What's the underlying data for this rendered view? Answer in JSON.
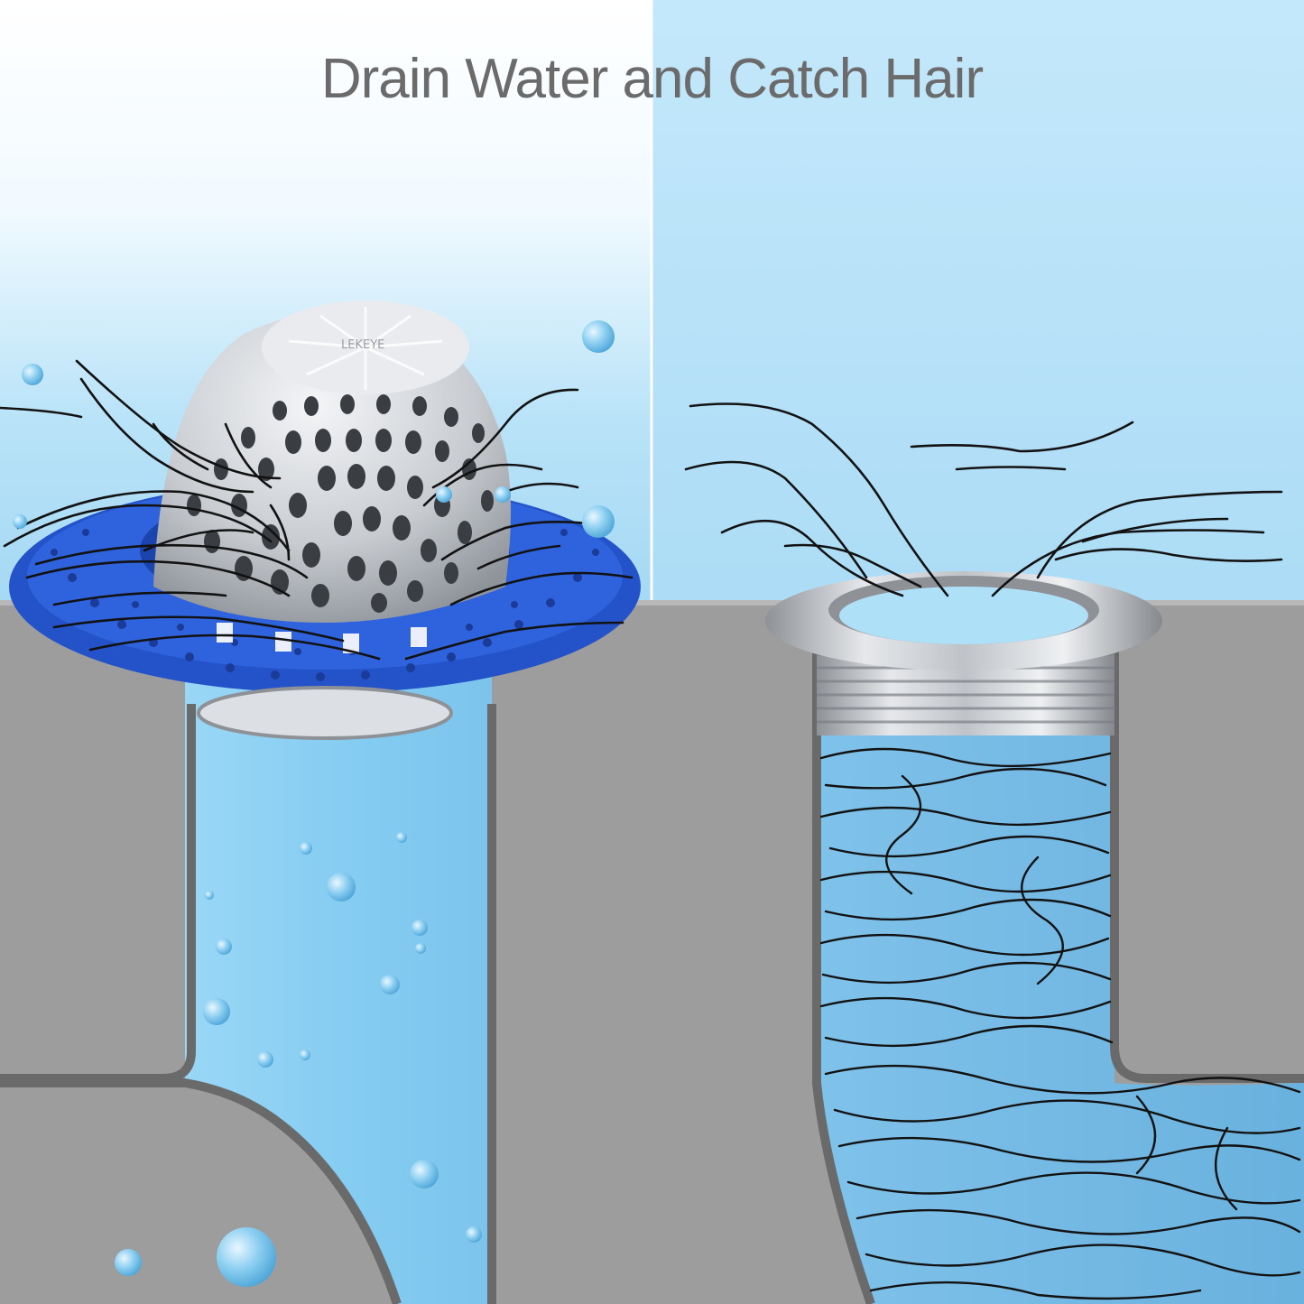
{
  "headline": "Drain Water and Catch Hair",
  "product": {
    "brand": "LEKEYE",
    "strainer_color": "#2f5fd6",
    "basket_color": "#c9ccd1"
  },
  "panels": [
    {
      "side": "left",
      "illustration": "drain-with-strainer",
      "water": "flowing-bubbles"
    },
    {
      "side": "right",
      "illustration": "drain-without-strainer",
      "water": "clogged-with-hair"
    }
  ],
  "colors": {
    "sky_top": "#f4fbff",
    "sky_mid": "#9fd6f3",
    "right_sky": "#bfe6fb",
    "floor": "#9d9d9d",
    "floor_edge": "#6c6c6c",
    "pipe_water": "#86cdf2",
    "pipe_water_clogged": "#6fb6e2",
    "hair": "#121212"
  }
}
